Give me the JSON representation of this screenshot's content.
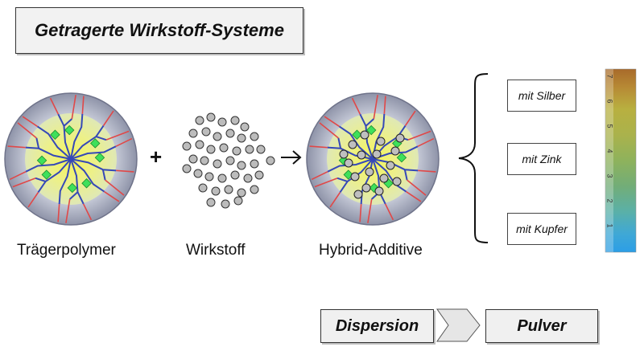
{
  "title": "Getragerte Wirkstoff-Systeme",
  "labels": {
    "carrier": "Trägerpolymer",
    "active": "Wirkstoff",
    "hybrid": "Hybrid-Additive"
  },
  "options": [
    "mit Silber",
    "mit Zink",
    "mit Kupfer"
  ],
  "flow": {
    "step1": "Dispersion",
    "step2": "Pulver"
  },
  "strip_numbers": [
    "7",
    "6",
    "5",
    "4",
    "3",
    "2",
    "1"
  ]
}
